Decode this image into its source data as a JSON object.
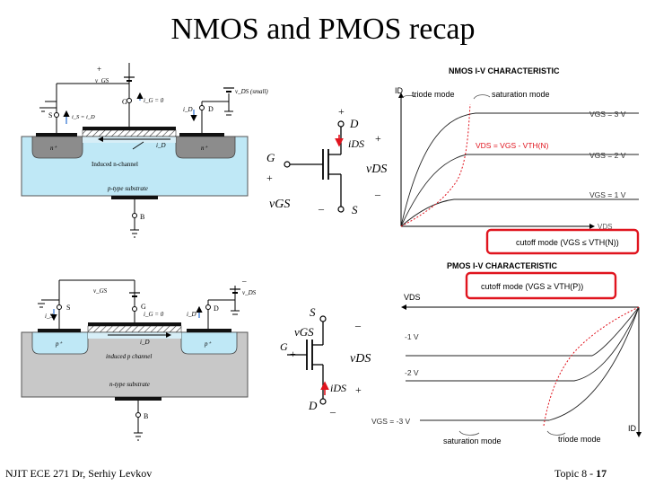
{
  "slide": {
    "title": "NMOS and PMOS recap",
    "footer_left": "NJIT ECE 271  Dr, Serhiy Levkov",
    "footer_page_label": "Topic 8 - ",
    "footer_page_number": "17"
  },
  "nmos_structure": {
    "plus": "+",
    "vgs": "v_GS",
    "vds": "v_DS (small)",
    "g": "G",
    "ig": "i_G = 0",
    "s": "S",
    "d": "D",
    "is": "i_S = i_D",
    "id": "i_D",
    "id2": "i_D",
    "n_plus_left": "n⁺",
    "n_plus_right": "n⁺",
    "channel": "Induced n-channel",
    "substrate": "p-type substrate",
    "b": "B"
  },
  "pmos_structure": {
    "minus1": "–",
    "minus2": "–",
    "vgs": "v_GS",
    "vds": "v_DS",
    "g": "G",
    "ig": "i_G = 0",
    "s": "S",
    "d": "D",
    "is": "i_S",
    "id": "i_D",
    "id2": "i_D",
    "p_plus_left": "p⁺",
    "p_plus_right": "p⁺",
    "channel": "induced p channel",
    "substrate": "n-type substrate",
    "b": "B"
  },
  "nmos_symbol": {
    "plus_d": "+",
    "d": "D",
    "ids": "iDS",
    "plus_right": "+",
    "g": "G",
    "vds": "vDS",
    "plus_g": "+",
    "vgs": "vGS",
    "minus_right": "–",
    "minus_g": "–",
    "s": "S"
  },
  "pmos_symbol": {
    "s": "S",
    "minus_top": "–",
    "vgs": "vGS",
    "g": "G",
    "plus_g": "+",
    "vds": "vDS",
    "ids": "iDS",
    "plus_right": "+",
    "d": "D",
    "minus_d": "–"
  },
  "nmos_chart": {
    "title": "NMOS I-V CHARACTERISTIC",
    "y_label": "ID",
    "triode_label": "triode mode",
    "saturation_label": "saturation mode",
    "vgs3": "VGS = 3 V",
    "boundary": "VDS = VGS - VTH(N)",
    "vgs2": "VGS = 2 V",
    "vgs1": "VGS = 1 V",
    "x_label": "VDS",
    "cutoff": "cutoff mode   (VGS ≤ VTH(N))"
  },
  "pmos_chart": {
    "title": "PMOS I-V CHARACTERISTIC",
    "cutoff": "cutoff mode     (VGS ≥ VTH(P))",
    "y_label": "VDS",
    "m1": "-1 V",
    "m2": "-2 V",
    "vgs3": "VGS = -3 V",
    "x_label": "ID",
    "saturation_label": "saturation mode",
    "triode_label": "triode mode"
  },
  "colors": {
    "accent_red": "#e0141e",
    "silicon_blue": "#bfe8f6",
    "n_region": "#8c8c8c",
    "n_sub_gray": "#c8c8c8",
    "channel": "#d7eef7",
    "wire": "#000000"
  }
}
